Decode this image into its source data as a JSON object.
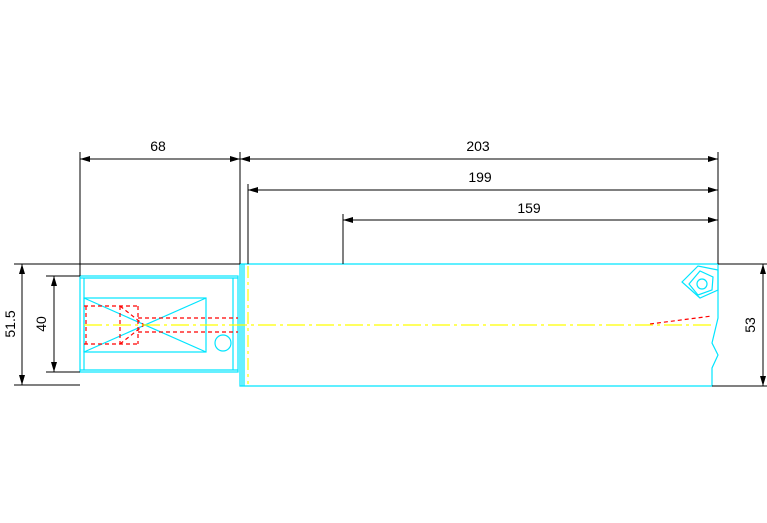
{
  "drawing": {
    "colors": {
      "background": "#ffffff",
      "outline": "#00e5ff",
      "dimension": "#000000",
      "hidden": "#ff0000",
      "centerline": "#ffff00"
    },
    "dimensions": {
      "d68": "68",
      "d203": "203",
      "d199": "199",
      "d159": "159",
      "d51_5": "51.5",
      "d40": "40",
      "d53": "53"
    }
  }
}
